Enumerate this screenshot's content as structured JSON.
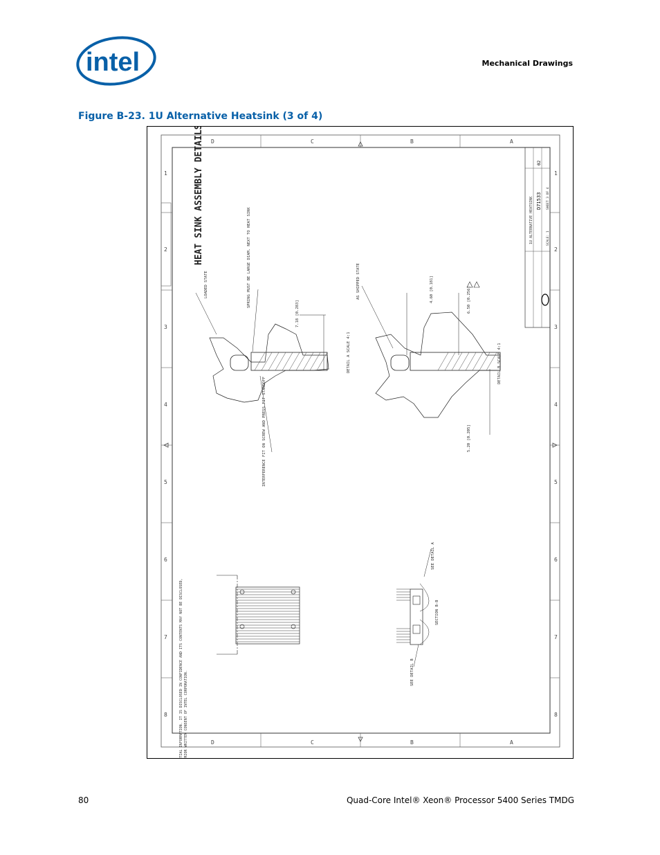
{
  "header": {
    "logo_text": "intel",
    "section": "Mechanical Drawings"
  },
  "figure": {
    "title": "Figure B-23. 1U Alternative Heatsink (3 of 4)"
  },
  "drawing": {
    "title": "HEAT SINK ASSEMBLY DETAILS",
    "zone_rows": [
      "D",
      "C",
      "B",
      "A"
    ],
    "zone_cols": [
      "1",
      "2",
      "3",
      "4",
      "5",
      "6",
      "7",
      "8"
    ],
    "detail_a": "DETAIL A SCALE 4:1",
    "detail_b": "DETAIL B SCALE 4:1",
    "label_loaded": "LOADED STATE",
    "label_unloaded": "AS SHIPPED STATE",
    "label_spring": "SPRING MUST BE LARGE DIAM. NEXT TO HEAT SINK",
    "label_interference": "INTERFERENCE FIT ON SCREW AND PRESS FIT STANDOFF",
    "label_section": "SECTION B-B",
    "label_see_detail_a": "SEE DETAIL A",
    "label_see_detail_b": "SEE DETAIL B",
    "dim_1": "7.18 [0.283]",
    "dim_2": "4.60 [0.181]",
    "dim_3": "6.50 [0.256]",
    "dim_4": "5.20 [0.205]",
    "confidential": "THIS DRAWING CONTAINS INTEL CORPORATION CONFIDENTIAL INFORMATION. IT IS DISCLOSED IN CONFIDENCE AND ITS CONTENTS MAY NOT BE DISCLOSED, REPRODUCED, DISPLAYED OR MODIFIED, WITHOUT THE PRIOR WRITTEN CONSENT OF INTEL CORPORATION.",
    "title_block_title": "1U ALTERNATIVE HEATSINK",
    "drawing_number": "D71533",
    "rev": "02",
    "sheet": "SHEET 3 OF 4",
    "scale": "SCALE: 1"
  },
  "footer": {
    "page_number": "80",
    "document": "Quad-Core Intel® Xeon® Processor 5400 Series TMDG"
  },
  "colors": {
    "brand_blue": "#0860a8"
  }
}
